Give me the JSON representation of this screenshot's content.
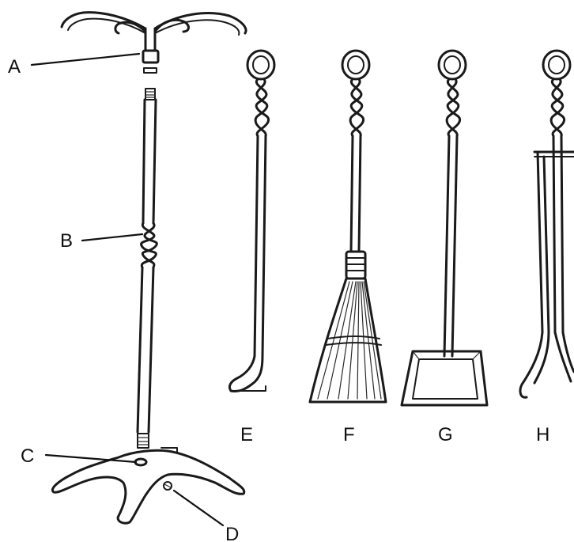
{
  "callouts": {
    "a": "A",
    "b": "B",
    "c": "C",
    "d": "D"
  },
  "tools": {
    "e": "E",
    "f": "F",
    "g": "G",
    "h": "H"
  }
}
